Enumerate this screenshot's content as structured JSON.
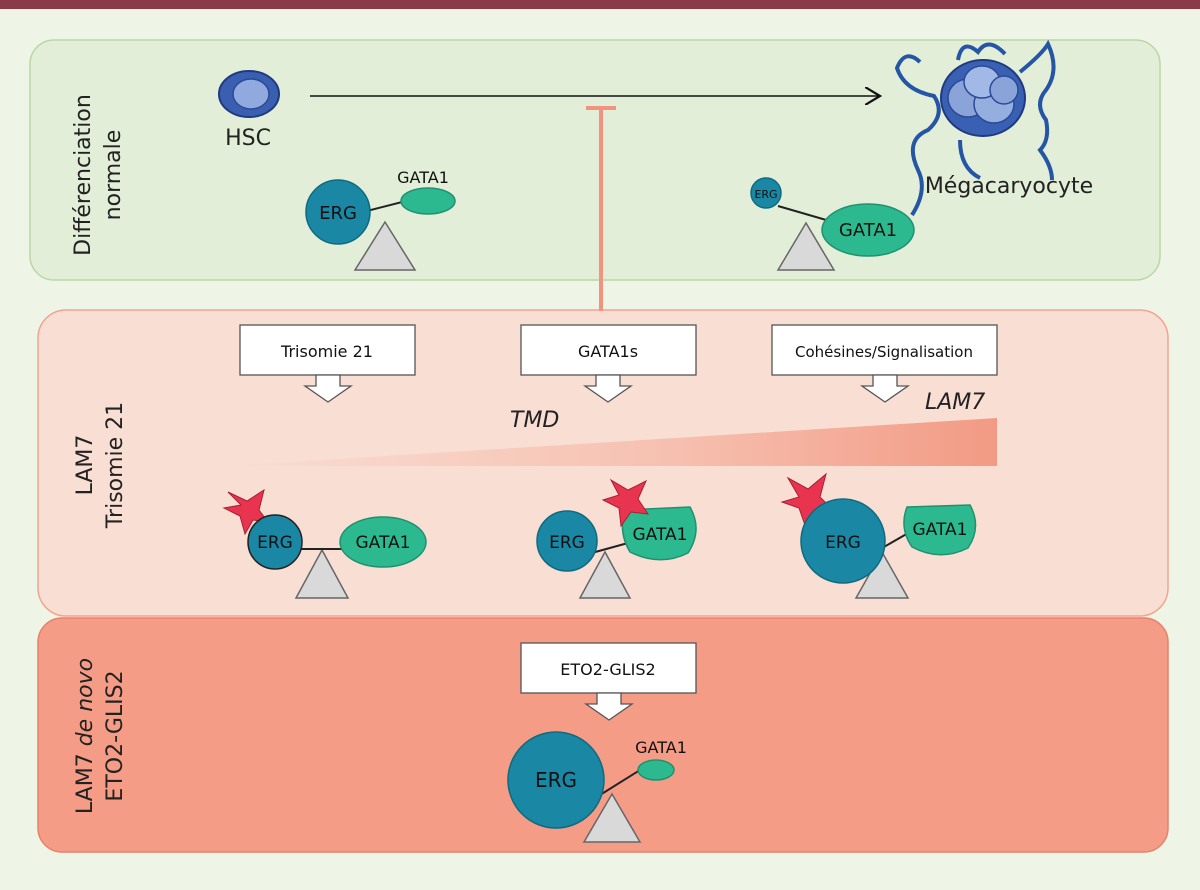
{
  "panels": {
    "normal": {
      "label_line1": "Différenciation",
      "label_line2": "normale"
    },
    "lam7_t21": {
      "label_line1": "LAM7",
      "label_line2": "Trisomie 21"
    },
    "lam7_denovo": {
      "label_prefix": "LAM7 ",
      "label_italic": "de novo",
      "label_line2": "ETO2-GLIS2"
    }
  },
  "cells": {
    "hsc": "HSC",
    "megakaryocyte": "Mégacaryocyte"
  },
  "proteins": {
    "erg": "ERG",
    "gata1": "GATA1"
  },
  "boxes": {
    "trisomie": "Trisomie 21",
    "gata1s": "GATA1s",
    "cohesines": "Cohésines/Signalisation",
    "eto2": "ETO2-GLIS2"
  },
  "progression": {
    "tmd": "TMD",
    "lam7": "LAM7"
  },
  "colors": {
    "header_bar": "#8b3a4a",
    "normal_panel": "#e3eed8",
    "t21_panel": "#f9ded3",
    "denovo_panel": "#f59c86",
    "erg": "#1a88a4",
    "gata1": "#2db98f",
    "fulcrum": "#d9d9d9",
    "star": "#e8344e",
    "inhibit": "#f2937e"
  }
}
